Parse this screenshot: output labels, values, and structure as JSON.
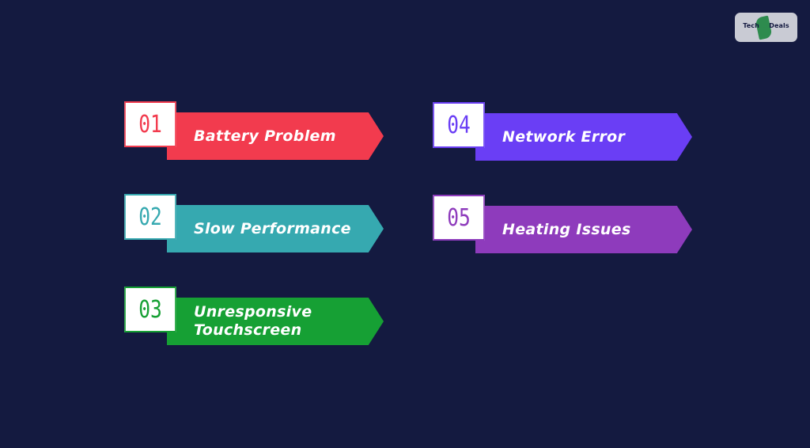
{
  "logo": {
    "word1": "Tech",
    "word2": "Hot",
    "word3": "Deals"
  },
  "items": [
    {
      "number": "01",
      "label": "Battery Problem",
      "color": "#f23b4e",
      "dark": "#b12335"
    },
    {
      "number": "02",
      "label": "Slow Performance",
      "color": "#36a9b0",
      "dark": "#1f7f85"
    },
    {
      "number": "03",
      "label": "Unresponsive\nTouchscreen",
      "color": "#16a034",
      "dark": "#0c7222"
    },
    {
      "number": "04",
      "label": "Network Error",
      "color": "#6a3ef5",
      "dark": "#4a22c4"
    },
    {
      "number": "05",
      "label": "Heating Issues",
      "color": "#8e3bbc",
      "dark": "#65228e"
    }
  ]
}
